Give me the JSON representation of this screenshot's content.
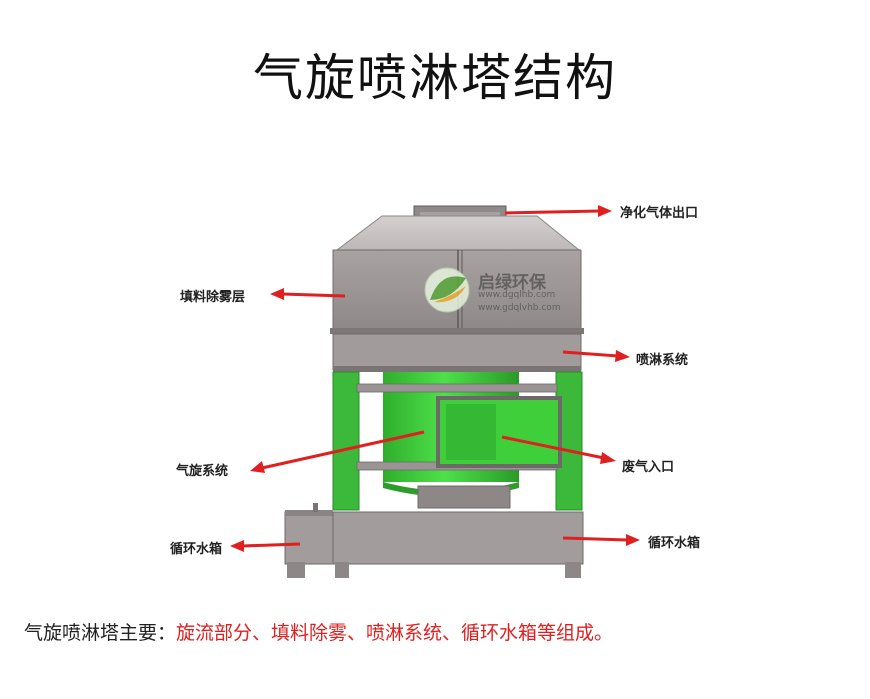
{
  "title": "气旋喷淋塔结构",
  "watermark": {
    "brand": "启绿环保",
    "url1": "www.dgqlhb.com",
    "url2": "www.gdqlvhb.com"
  },
  "labels": {
    "gas_outlet": "净化气体出口",
    "packing_demister": "填料除雾层",
    "spray_system": "喷淋系统",
    "cyclone_system": "气旋系统",
    "waste_gas_inlet": "废气入口",
    "circulation_tank_left": "循环水箱",
    "circulation_tank_right": "循环水箱"
  },
  "caption": {
    "prefix": "气旋喷淋塔主要：",
    "rest": "旋流部分、填料除雾、喷淋系统、循环水箱等组成。"
  },
  "colors": {
    "arrow": "#e02020",
    "frame_green": "#3cb83a",
    "cylinder_green": "#3ed03a",
    "steel_gray": "#9b9594",
    "steel_dark": "#6e6968"
  }
}
